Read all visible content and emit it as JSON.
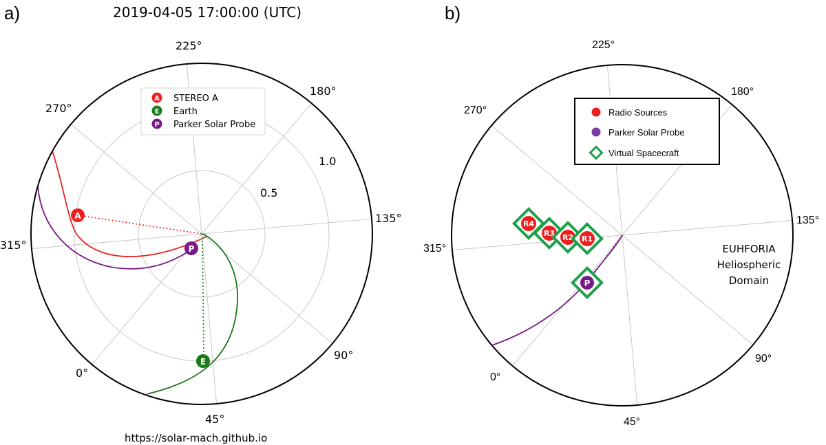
{
  "panel_a": {
    "letter": "a)",
    "title": "2019-04-05 17:00:00 (UTC)",
    "footer": "https://solar-mach.github.io",
    "angle_labels": [
      "0°",
      "45°",
      "90°",
      "135°",
      "180°",
      "225°",
      "270°",
      "315°"
    ],
    "radial_labels": [
      "0.5",
      "1.0"
    ],
    "legend": [
      {
        "marker": "A",
        "label": "STEREO A",
        "color": "#ee1f1f"
      },
      {
        "marker": "E",
        "label": "Earth",
        "color": "#1a7a1a"
      },
      {
        "marker": "P",
        "label": "Parker Solar Probe",
        "color": "#7a1a86"
      }
    ],
    "bodies": [
      {
        "marker": "A",
        "name": "STEREO A",
        "color": "#ee1f1f"
      },
      {
        "marker": "E",
        "name": "Earth",
        "color": "#1a7a1a"
      },
      {
        "marker": "P",
        "name": "Parker Solar Probe",
        "color": "#7a1a86"
      }
    ]
  },
  "panel_b": {
    "letter": "b)",
    "angle_labels": [
      "0°",
      "45°",
      "90°",
      "135°",
      "180°",
      "225°",
      "270°",
      "315°"
    ],
    "legend": [
      {
        "label": "Radio Sources",
        "color": "#ee1f1f",
        "shape": "dot"
      },
      {
        "label": "Parker Solar Probe",
        "color": "#7a3aa0",
        "shape": "dot"
      },
      {
        "label": "Virtual Spacecraft",
        "color": "#1fa04a",
        "shape": "diamond"
      }
    ],
    "radio_sources": [
      "R4",
      "R3",
      "R2",
      "R1"
    ],
    "probe_marker": "P",
    "domain_label": [
      "EUHFORIA",
      "Heliospheric",
      "Domain"
    ]
  },
  "colors": {
    "stereo": "#ee1f1f",
    "earth": "#1a7a1a",
    "parker": "#7a1a86",
    "virtual": "#1fa04a",
    "grid": "#c8c8c8"
  }
}
